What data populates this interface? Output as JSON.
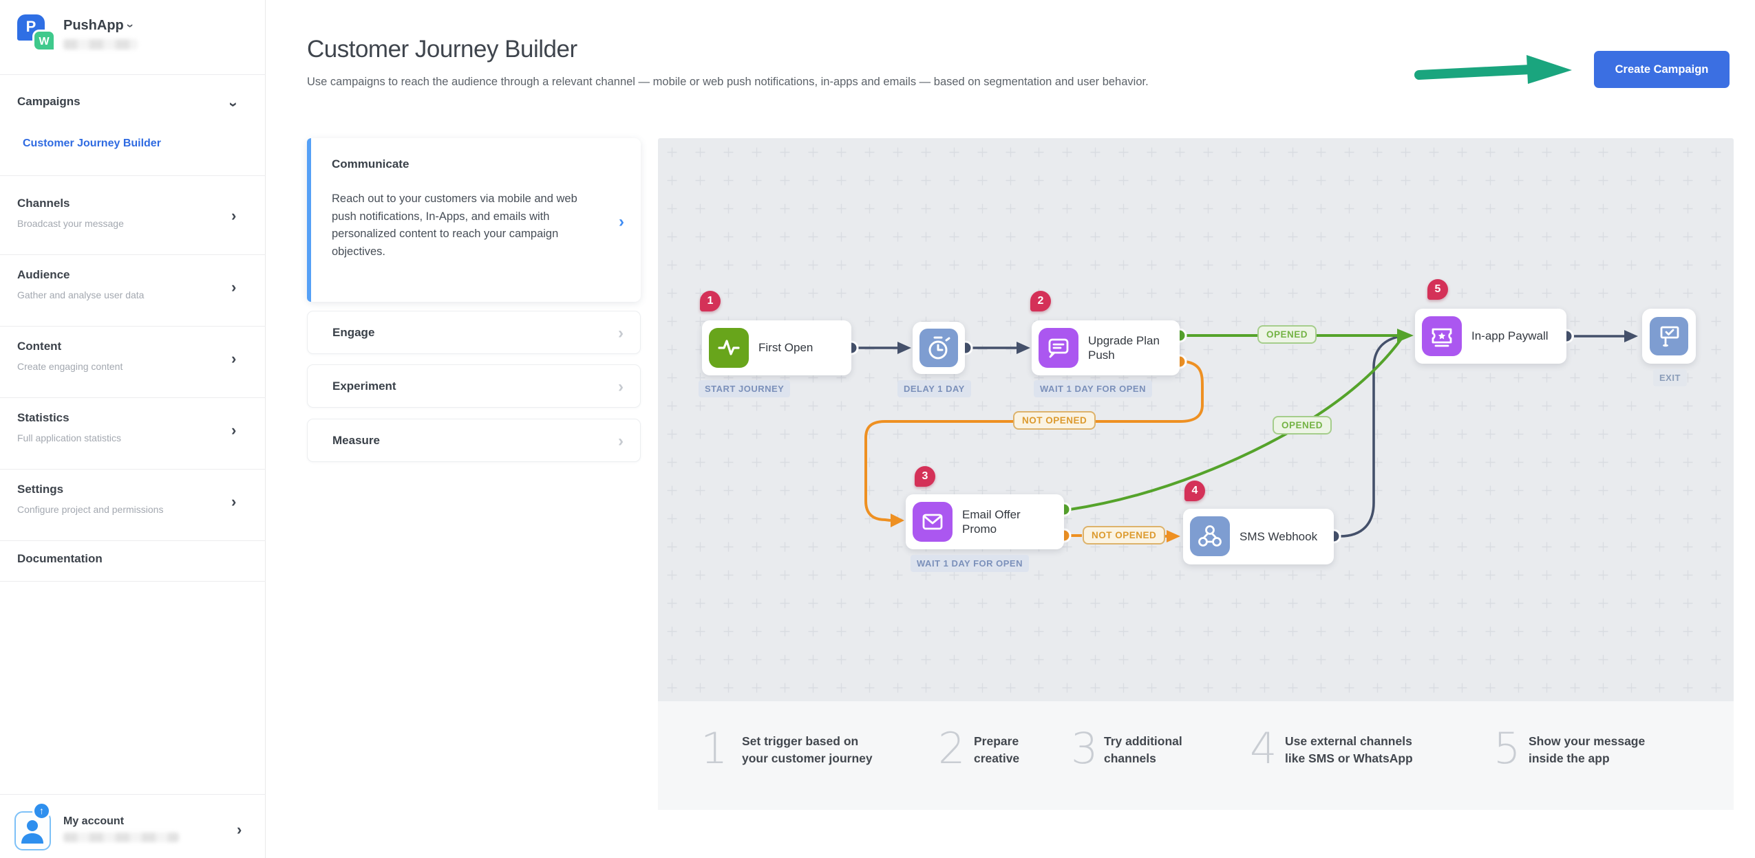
{
  "sidebar": {
    "app_name": "PushApp",
    "campaigns_section": {
      "label": "Campaigns",
      "sub_item": "Customer Journey Builder"
    },
    "items": [
      {
        "label": "Channels",
        "description": "Broadcast your message"
      },
      {
        "label": "Audience",
        "description": "Gather and analyse user data"
      },
      {
        "label": "Content",
        "description": "Create engaging content"
      },
      {
        "label": "Statistics",
        "description": "Full application statistics"
      },
      {
        "label": "Settings",
        "description": "Configure project and permissions"
      },
      {
        "label": "Documentation",
        "description": ""
      }
    ],
    "account_label": "My account"
  },
  "header": {
    "title": "Customer Journey Builder",
    "subtitle": "Use campaigns to reach the audience through a relevant channel — mobile or web push notifications, in-apps and emails — based on segmentation and user behavior.",
    "create_button_label": "Create Campaign"
  },
  "panel": {
    "active_card": {
      "title": "Communicate",
      "description": "Reach out to your customers via mobile and web push notifications, In-Apps, and emails with personalized content to reach your campaign objectives."
    },
    "collapsed_cards": [
      {
        "title": "Engage"
      },
      {
        "title": "Experiment"
      },
      {
        "title": "Measure"
      }
    ]
  },
  "journey": {
    "nodes": {
      "first_open": {
        "badge": "1",
        "label": "First Open",
        "caption": "START JOURNEY"
      },
      "delay": {
        "caption": "DELAY 1 DAY"
      },
      "push": {
        "badge": "2",
        "label": "Upgrade Plan Push",
        "caption": "WAIT 1 DAY FOR OPEN"
      },
      "email": {
        "badge": "3",
        "label": "Email Offer Promo",
        "caption": "WAIT 1 DAY FOR OPEN"
      },
      "sms": {
        "badge": "4",
        "label": "SMS Webhook"
      },
      "paywall": {
        "badge": "5",
        "label": "In-app Paywall"
      },
      "exit": {
        "caption": "EXIT"
      }
    },
    "edges": {
      "push_opened": "OPENED",
      "push_not_opened": "NOT OPENED",
      "email_opened": "OPENED",
      "email_not_opened": "NOT OPENED"
    }
  },
  "steps": [
    {
      "number": "1",
      "line1": "Set trigger based on",
      "line2": "your customer journey"
    },
    {
      "number": "2",
      "line1": "Prepare",
      "line2": "creative"
    },
    {
      "number": "3",
      "line1": "Try additional",
      "line2": "channels"
    },
    {
      "number": "4",
      "line1": "Use external channels",
      "line2": "like SMS or WhatsApp"
    },
    {
      "number": "5",
      "line1": "Show your message",
      "line2": "inside the app"
    }
  ],
  "colors": {
    "primary_blue": "#3b6fe2",
    "link_blue": "#2e6ae1",
    "header_arrow_green": "#1aa57e",
    "badge_red": "#d43158",
    "node_green": "#68a51b",
    "node_purple": "#ab57f0",
    "node_slate_blue": "#7e9dd1",
    "edge_green": "#55a32b",
    "edge_orange": "#ee9022",
    "edge_dark": "#44506a",
    "canvas_bg": "#e9ebee"
  }
}
